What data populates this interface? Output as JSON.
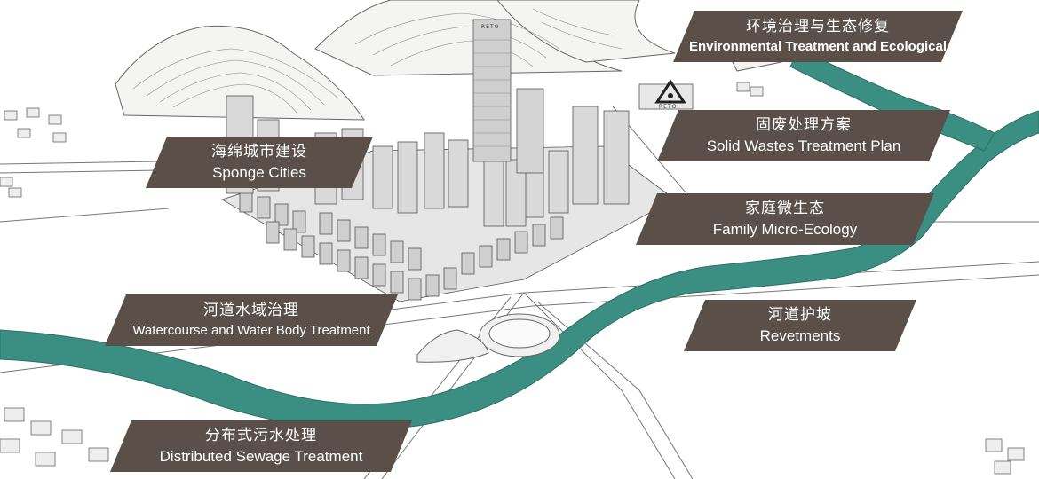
{
  "labels": [
    {
      "id": "environmental",
      "zh": "环境治理与生态修复",
      "en": "Environmental Treatment and Ecological"
    },
    {
      "id": "solid-wastes",
      "zh": "固废处理方案",
      "en": "Solid Wastes Treatment Plan"
    },
    {
      "id": "sponge",
      "zh": "海绵城市建设",
      "en": "Sponge Cities"
    },
    {
      "id": "family",
      "zh": "家庭微生态",
      "en": "Family Micro-Ecology"
    },
    {
      "id": "watercourse",
      "zh": "河道水域治理",
      "en": "Watercourse and Water Body Treatment"
    },
    {
      "id": "revetments",
      "zh": "河道护坡",
      "en": "Revetments"
    },
    {
      "id": "sewage",
      "zh": "分布式污水处理",
      "en": "Distributed Sewage Treatment"
    }
  ],
  "signage": {
    "tower": "RETO",
    "plant": "RETO"
  },
  "colors": {
    "label_bg": "#5a5049",
    "river": "#3b8f82",
    "ink": "#555555"
  }
}
